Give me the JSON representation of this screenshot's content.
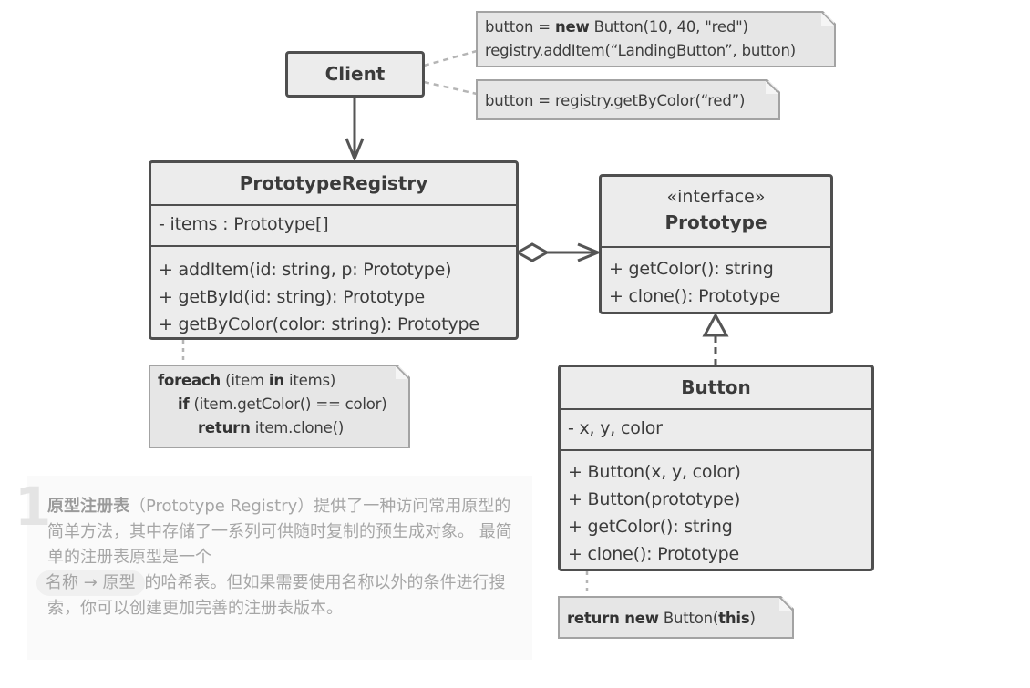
{
  "client": {
    "title": "Client"
  },
  "registry": {
    "title": "PrototypeRegistry",
    "fields": [
      "- items : Prototype[]"
    ],
    "methods": [
      "+ addItem(id: string, p: Prototype)",
      "+ getById(id: string): Prototype",
      "+ getByColor(color: string): Prototype"
    ]
  },
  "prototype": {
    "stereotype": "«interface»",
    "title": "Prototype",
    "methods": [
      "+ getColor(): string",
      "+ clone(): Prototype"
    ]
  },
  "button": {
    "title": "Button",
    "fields": [
      "- x, y, color"
    ],
    "methods": [
      "+ Button(x, y, color)",
      "+ Button(prototype)",
      "+ getColor(): string",
      "+ clone(): Prototype"
    ]
  },
  "notes": {
    "client_note_1": {
      "line1_a": "button = ",
      "line1_kw": "new",
      "line1_b": " Button(10, 40, \"red\")",
      "line2": "registry.addItem(“LandingButton”, button)"
    },
    "client_note_2": {
      "line1": "button = registry.getByColor(“red”)"
    },
    "registry_note": {
      "l1_kw": "foreach",
      "l1_a": " (item ",
      "l1_kw2": "in",
      "l1_b": " items)",
      "l2_kw": "if",
      "l2_a": " (item.getColor() == color)",
      "l3_kw": "return",
      "l3_a": " item.clone()"
    },
    "button_note": {
      "kw": "return new",
      "a": " Button(",
      "kw2": "this",
      "b": ")"
    }
  },
  "caption": {
    "number": "1",
    "bold": "原型注册表",
    "p1": "（Prototype Registry）提供了一种访问常用原型的简单方法，其中存储了一系列可供随时复制的预生成对象。 最简单的注册表原型是一个",
    "chip": "名称 → 原型",
    "p2": "的哈希表。但如果需要使用名称以外的条件进行搜索，你可以创建更加完善的注册表版本。"
  }
}
